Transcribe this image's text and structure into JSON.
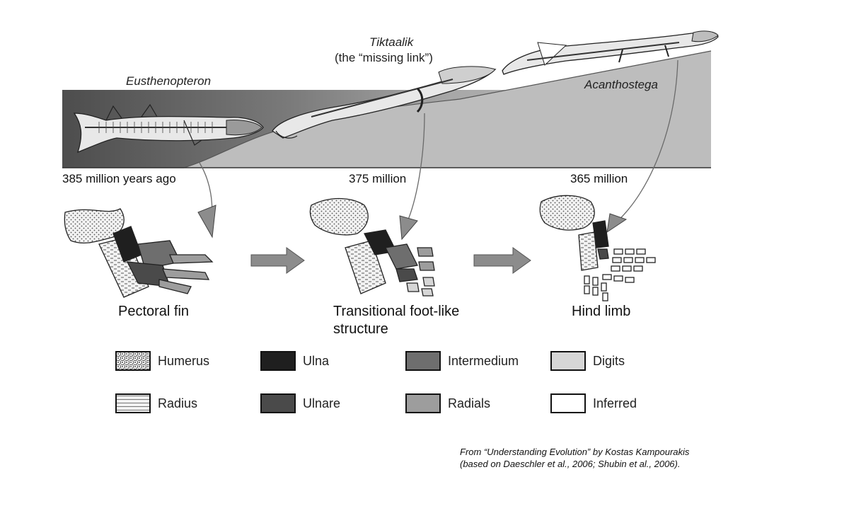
{
  "species": {
    "eusthenopteron": "Eusthenopteron",
    "tiktaalik": "Tiktaalik",
    "tiktaalik_note": "(the “missing link”)",
    "acanthostega": "Acanthostega"
  },
  "timeline": {
    "t1": "385 million years ago",
    "t2": "375 million",
    "t3": "365 million"
  },
  "captions": {
    "c1": "Pectoral fin",
    "c2_line1": "Transitional foot-like",
    "c2_line2": "structure",
    "c3": "Hind limb"
  },
  "legend": [
    {
      "label": "Humerus",
      "fill": "dots"
    },
    {
      "label": "Ulna",
      "fill": "#1f1f1f"
    },
    {
      "label": "Intermedium",
      "fill": "#6e6e6e"
    },
    {
      "label": "Digits",
      "fill": "#d6d6d6"
    },
    {
      "label": "Radius",
      "fill": "dashes"
    },
    {
      "label": "Ulnare",
      "fill": "#4a4a4a"
    },
    {
      "label": "Radials",
      "fill": "#9d9d9d"
    },
    {
      "label": "Inferred",
      "fill": "#ffffff"
    }
  ],
  "source": {
    "line1": "From “Understanding Evolution” by Kostas Kampourakis",
    "line2": "(based on Daeschler et al., 2006; Shubin et al., 2006)."
  },
  "colors": {
    "water_dark": "#5a5a5a",
    "land": "#bdbdbd",
    "ulna": "#1f1f1f",
    "ulnare": "#4a4a4a",
    "intermedium": "#6e6e6e",
    "radials": "#9d9d9d",
    "digits": "#d6d6d6",
    "arrow": "#8c8c8c"
  }
}
